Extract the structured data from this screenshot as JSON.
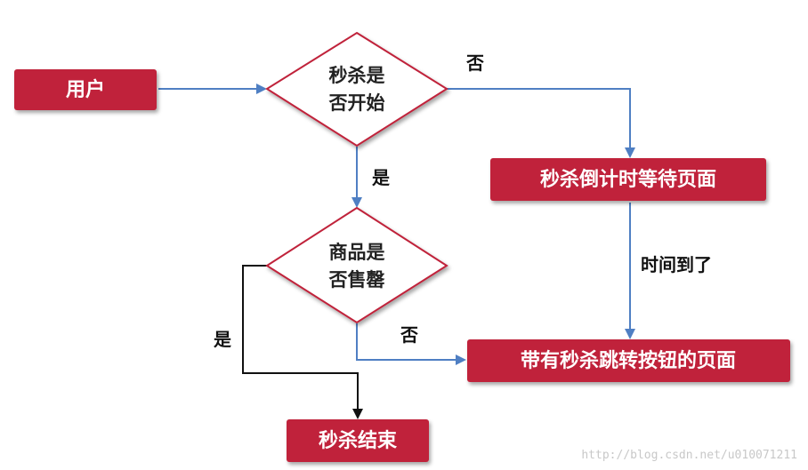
{
  "colors": {
    "box_fill": "#c0243a",
    "arrow_blue": "#4f7fc3",
    "arrow_black": "#111111",
    "diamond_stroke": "#c0243a"
  },
  "nodes": {
    "user": "用户",
    "seckill_started": {
      "line1": "秒杀是",
      "line2": "否开始"
    },
    "countdown_page": "秒杀倒计时等待页面",
    "sold_out": {
      "line1": "商品是",
      "line2": "否售罄"
    },
    "jump_page": "带有秒杀跳转按钮的页面",
    "end": "秒杀结束"
  },
  "edges": {
    "no_1": "否",
    "yes_1": "是",
    "time_up": "时间到了",
    "no_2": "否",
    "yes_2": "是"
  },
  "watermark": "http://blog.csdn.net/u010071211"
}
